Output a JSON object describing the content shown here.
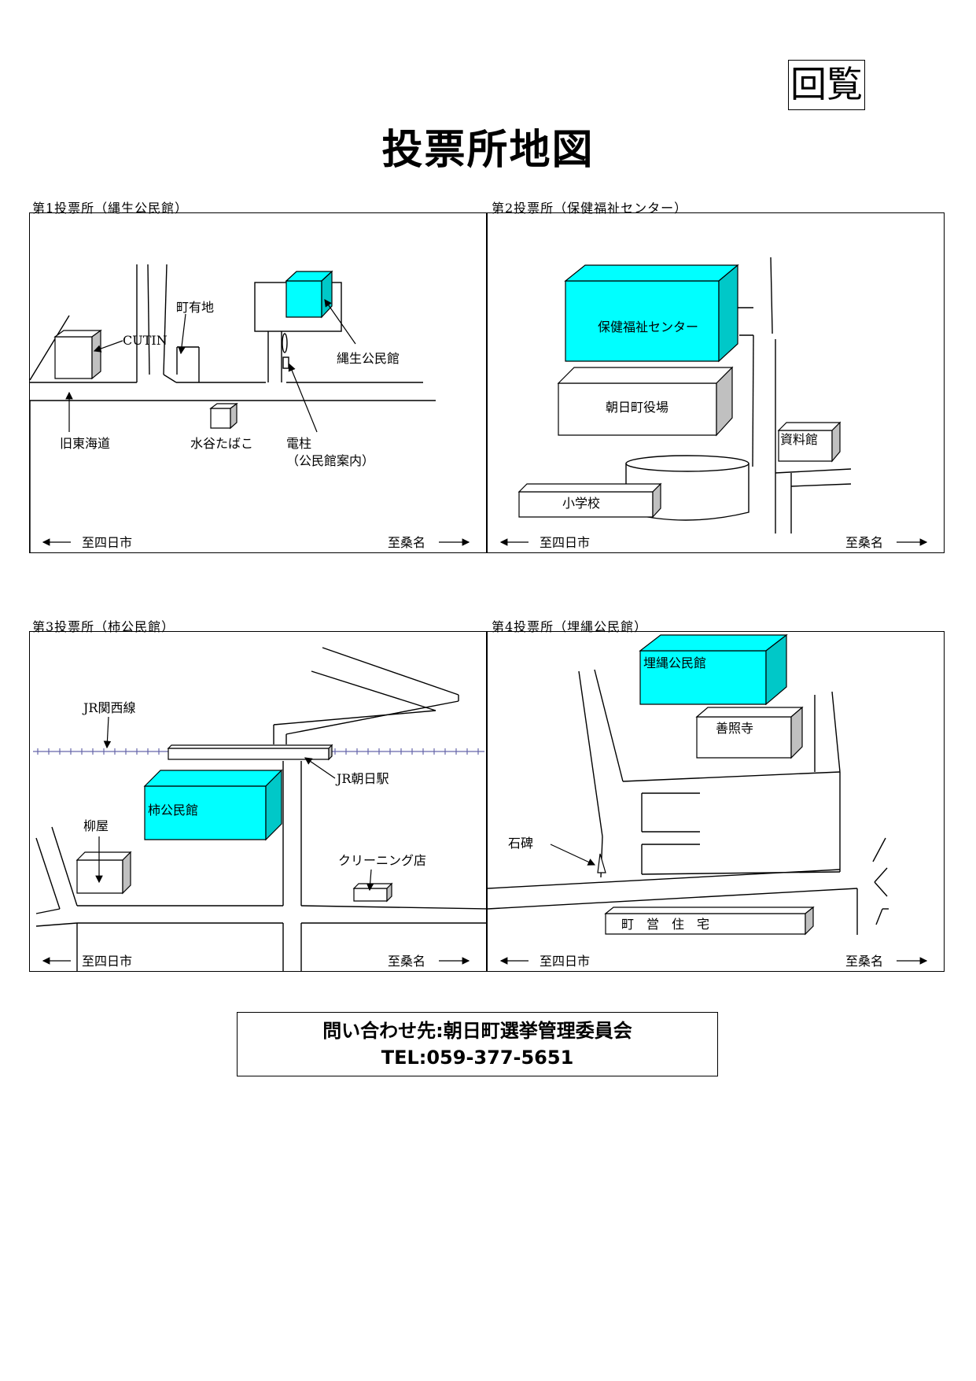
{
  "stamp": "回覧",
  "title": "投票所地図",
  "maps": [
    {
      "caption": "第1投票所（縄生公民館）",
      "labels": {
        "cutin": "CUTIN",
        "chouyuuchi": "町有地",
        "nao_kominkan": "縄生公民館",
        "old_tokaido": "旧東海道",
        "mizutani": "水谷たばこ",
        "denchu": "電柱",
        "denchu_note": "（公民館案内）",
        "to_yokkaichi": "至四日市",
        "to_kuwana": "至桑名"
      }
    },
    {
      "caption": "第2投票所（保健福祉センター）",
      "labels": {
        "hoken_center": "保健福祉センター",
        "yakuba": "朝日町役場",
        "shiryokan": "資料館",
        "shogakko": "小学校",
        "to_yokkaichi": "至四日市",
        "to_kuwana": "至桑名"
      }
    },
    {
      "caption": "第3投票所（柿公民館）",
      "labels": {
        "jr_line": "JR関西線",
        "jr_station": "JR朝日駅",
        "kaki_kominkan": "柿公民館",
        "yanagiya": "柳屋",
        "cleaning": "クリーニング店",
        "to_yokkaichi": "至四日市",
        "to_kuwana": "至桑名"
      }
    },
    {
      "caption": "第4投票所（埋縄公民館）",
      "labels": {
        "umenawa_kominkan": "埋縄公民館",
        "zenshoji": "善照寺",
        "sekihi": "石碑",
        "choei_jutaku": "町　営　住　宅",
        "to_yokkaichi": "至四日市",
        "to_kuwana": "至桑名"
      }
    }
  ],
  "contact": {
    "line1": "問い合わせ先:朝日町選挙管理委員会",
    "line2": "TEL:059-377-5651"
  },
  "colors": {
    "facility": "#00ffff",
    "facility_side": "#00c8c8",
    "building": "#ffffff",
    "building_side": "#c0c0c0",
    "railway": "#6666aa"
  }
}
